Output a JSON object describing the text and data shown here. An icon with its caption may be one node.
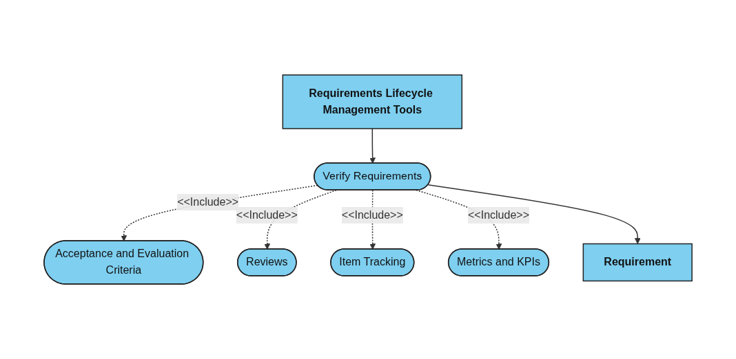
{
  "diagram": {
    "nodes": [
      {
        "text": [
          "Requirements Lifecycle Management Tools"
        ]
      },
      {
        "text": [
          "Acceptance and Evaluation Criteria"
        ]
      },
      {
        "text": [
          "Reviews"
        ]
      },
      {
        "text": [
          "Verify Requirements"
        ]
      },
      {
        "text": [
          "Item Tracking"
        ]
      },
      {
        "text": [
          "Metrics and KPIs"
        ]
      },
      {
        "text": [
          "Requirement"
        ]
      }
    ],
    "edges": [
      {
        "from": 0,
        "to": 3,
        "arrow": "to"
      },
      {
        "from": 3,
        "to": 1,
        "arrow": "to",
        "label": "<<Include>>",
        "style": "dashed"
      },
      {
        "from": 3,
        "to": 2,
        "arrow": "to",
        "label": "<<Include>>",
        "style": "dashed"
      },
      {
        "from": 3,
        "to": 4,
        "arrow": "to",
        "label": "<<Include>>",
        "style": "dashed"
      },
      {
        "from": 3,
        "to": 5,
        "arrow": "to",
        "label": "<<Include>>",
        "style": "dashed"
      },
      {
        "from": 3,
        "to": 6,
        "arrow": "to"
      }
    ]
  }
}
